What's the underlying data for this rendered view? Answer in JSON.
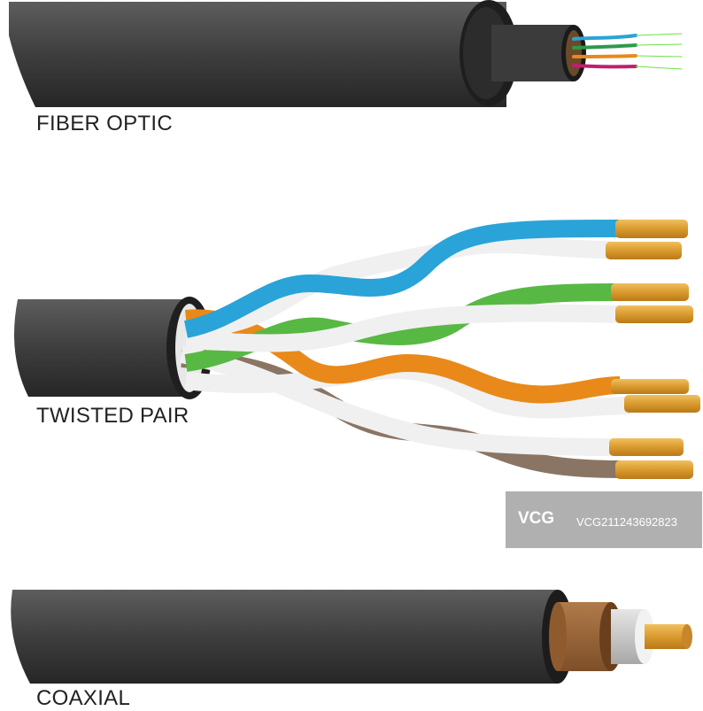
{
  "labels": {
    "fiber": "FIBER OPTIC",
    "twisted": "TWISTED PAIR",
    "coax": "COAXIAL"
  },
  "watermark": {
    "logo": "VCG",
    "id": "VCG211243692823"
  },
  "colors": {
    "jacket": "#4a4a4a",
    "blue": "#2aa3d9",
    "green": "#58b844",
    "orange": "#e8891a",
    "brown": "#8a7565",
    "white_wire": "#f2f2f2",
    "copper": "#d9a23a"
  }
}
